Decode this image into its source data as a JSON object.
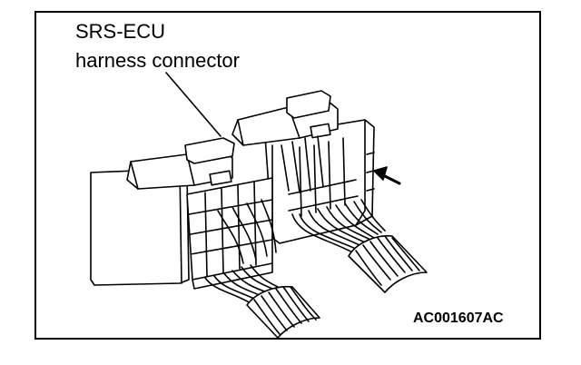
{
  "callout": {
    "line1": "SRS-ECU",
    "line2": "harness connector"
  },
  "figure_code": "AC001607AC",
  "colors": {
    "ink": "#000000",
    "paper": "#ffffff",
    "shade": "#d9d9d9"
  }
}
